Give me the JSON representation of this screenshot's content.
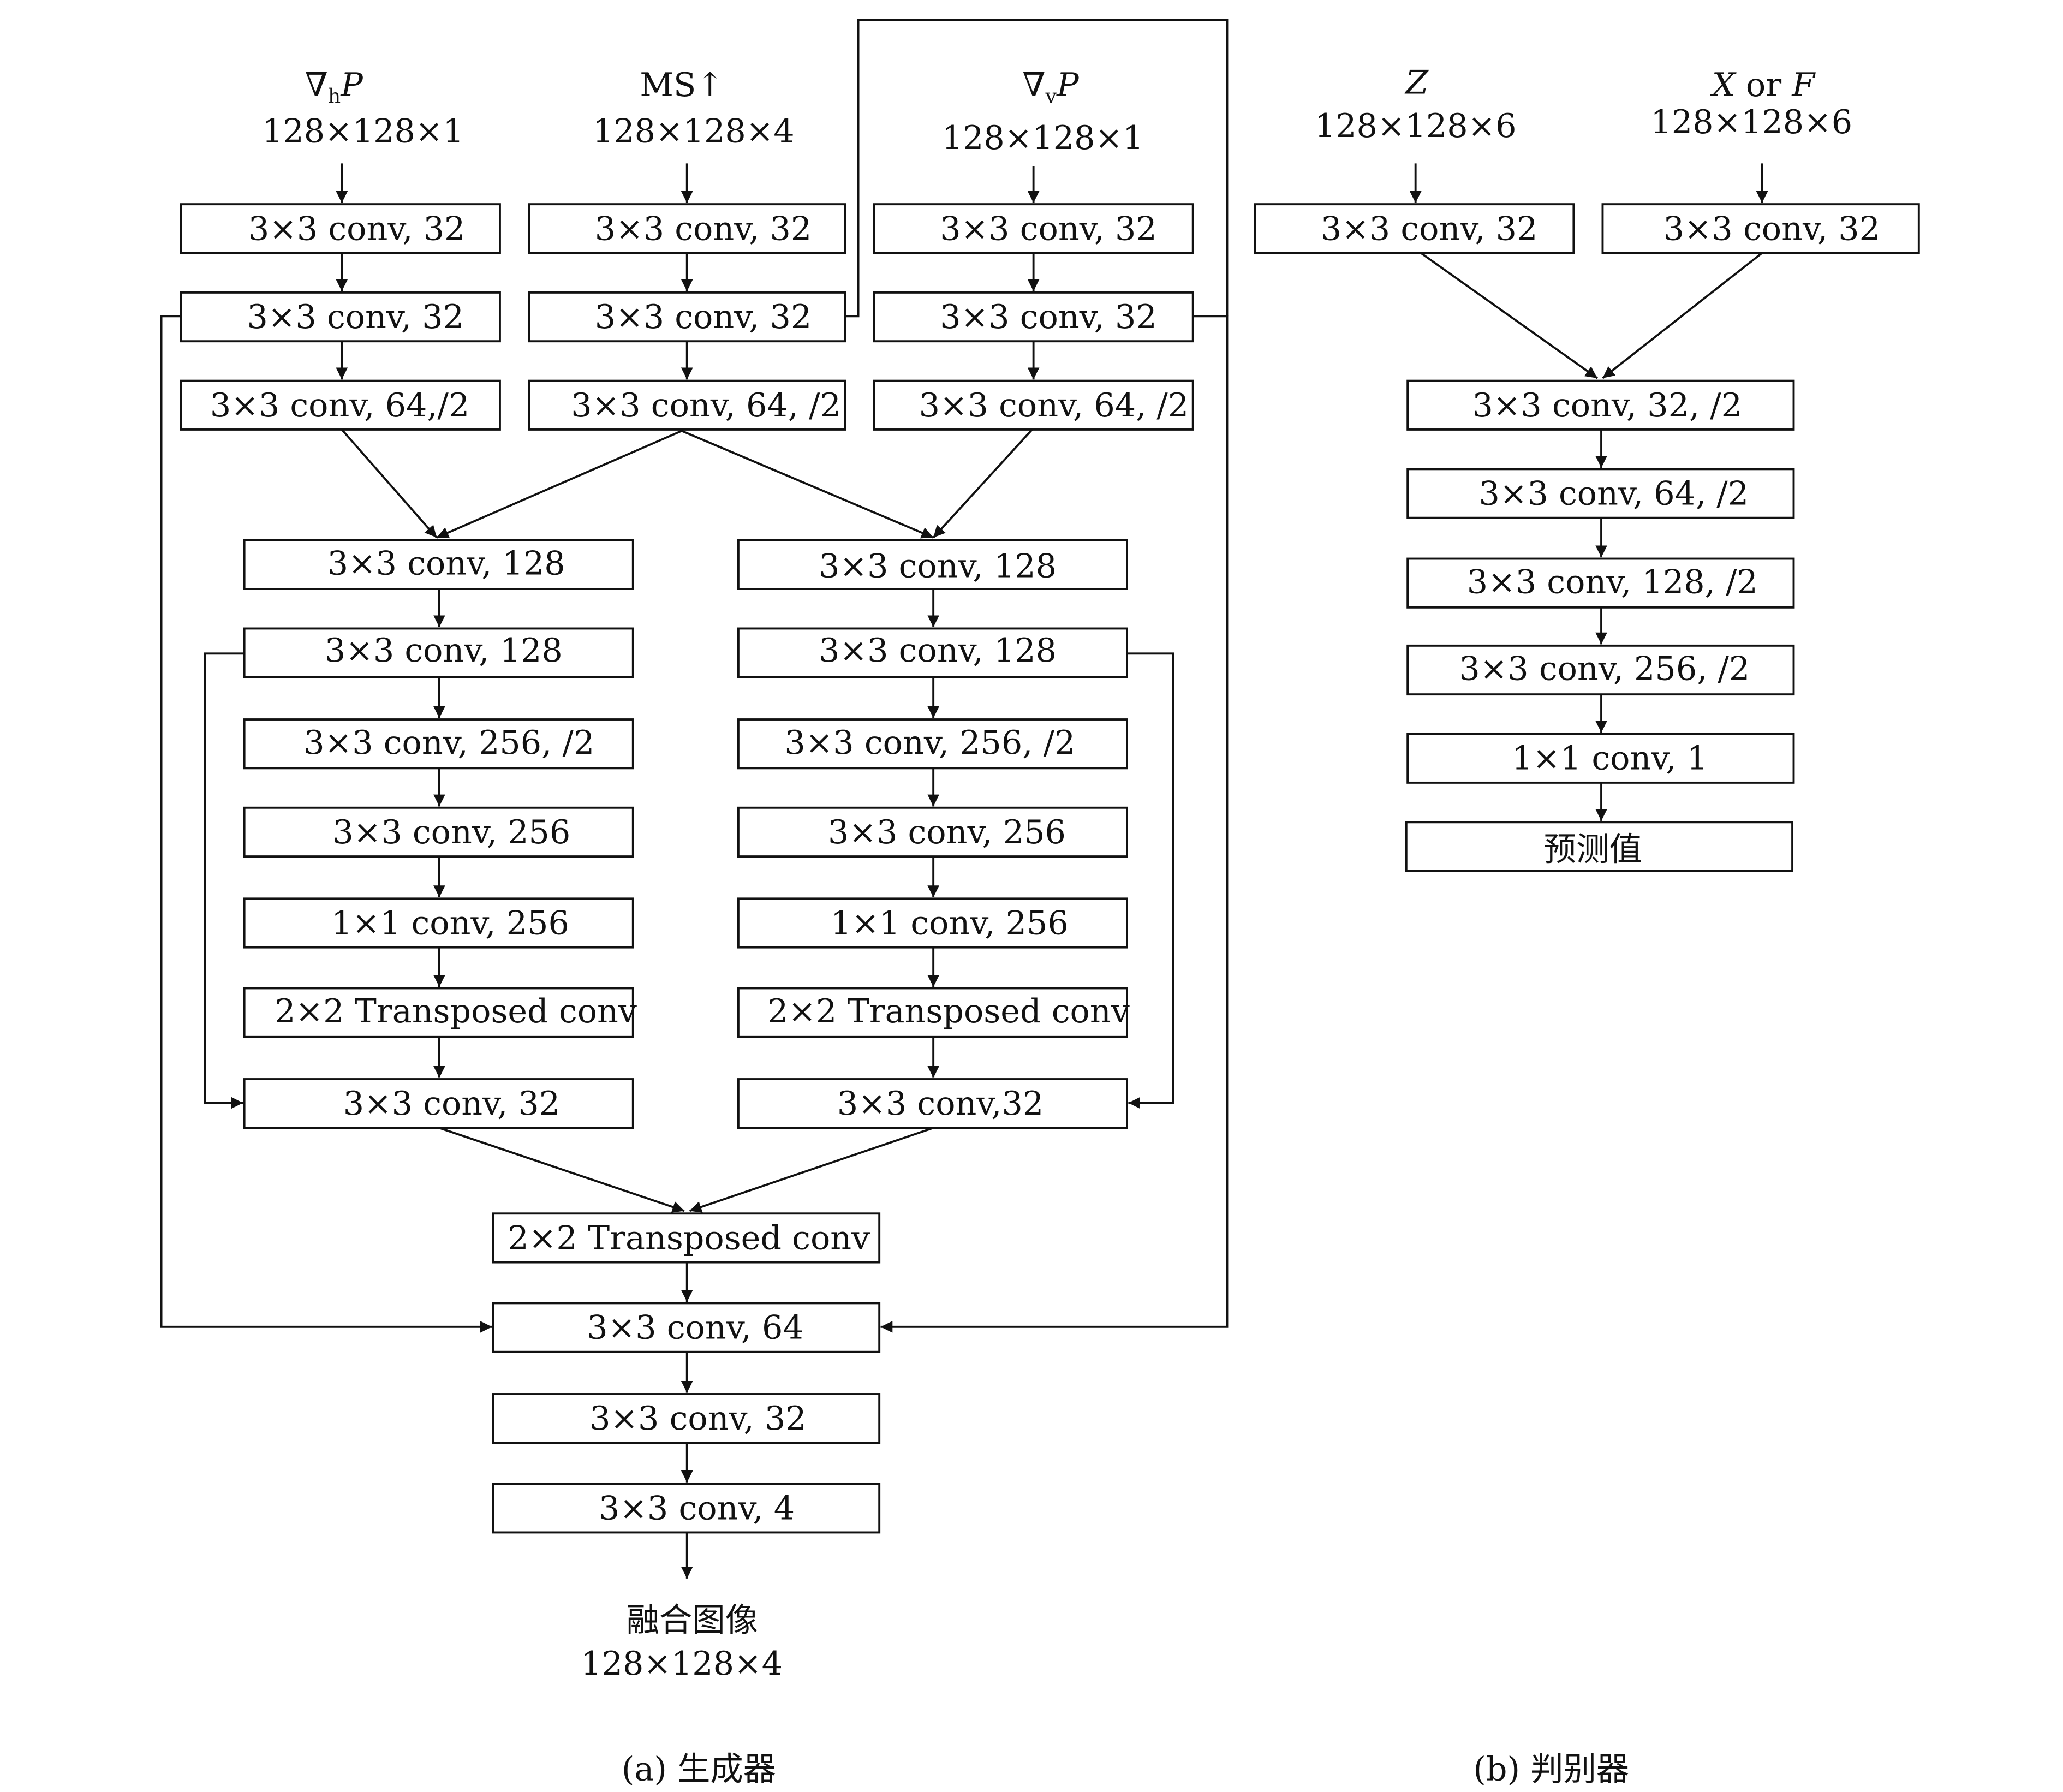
{
  "generator": {
    "inputs": {
      "grad_h": {
        "symbol": "∇",
        "sub": "h",
        "var": "P",
        "size": "128×128×1"
      },
      "ms_up": {
        "label": "MS↑",
        "size": "128×128×4"
      },
      "grad_v": {
        "symbol": "∇",
        "sub": "v",
        "var": "P",
        "size": "128×128×1"
      }
    },
    "branch_grad_h": [
      "3×3 conv, 32",
      "3×3 conv, 32",
      "3×3 conv, 64,/2"
    ],
    "branch_ms": [
      "3×3 conv, 32",
      "3×3 conv, 32",
      "3×3 conv, 64, /2"
    ],
    "branch_grad_v": [
      "3×3 conv, 32",
      "3×3 conv, 32",
      "3×3 conv, 64, /2"
    ],
    "middle_left": [
      "3×3 conv, 128",
      "3×3 conv, 128",
      "3×3 conv, 256, /2",
      "3×3 conv, 256",
      "1×1 conv, 256",
      "2×2 Transposed conv",
      "3×3 conv, 32"
    ],
    "middle_right": [
      "3×3 conv, 128",
      "3×3 conv, 128",
      "3×3 conv, 256, /2",
      "3×3 conv, 256",
      "1×1 conv, 256",
      "2×2 Transposed conv",
      "3×3 conv,32"
    ],
    "fusion": [
      "2×2 Transposed conv",
      "3×3 conv, 64",
      "3×3 conv, 32",
      "3×3 conv, 4"
    ],
    "output": {
      "label": "融合图像",
      "size": "128×128×4"
    },
    "caption": "(a) 生成器"
  },
  "discriminator": {
    "inputs": {
      "z": {
        "var": "Z",
        "size": "128×128×6"
      },
      "xf": {
        "var_x": "X",
        "or": " or ",
        "var_f": "F",
        "size": "128×128×6"
      }
    },
    "branch_z": [
      "3×3 conv, 32"
    ],
    "branch_xf": [
      "3×3 conv, 32"
    ],
    "trunk": [
      "3×3 conv, 32, /2",
      "3×3 conv, 64, /2",
      "3×3 conv, 128, /2",
      "3×3 conv, 256, /2",
      "1×1 conv, 1",
      "预测值"
    ],
    "caption": "(b) 判别器"
  }
}
